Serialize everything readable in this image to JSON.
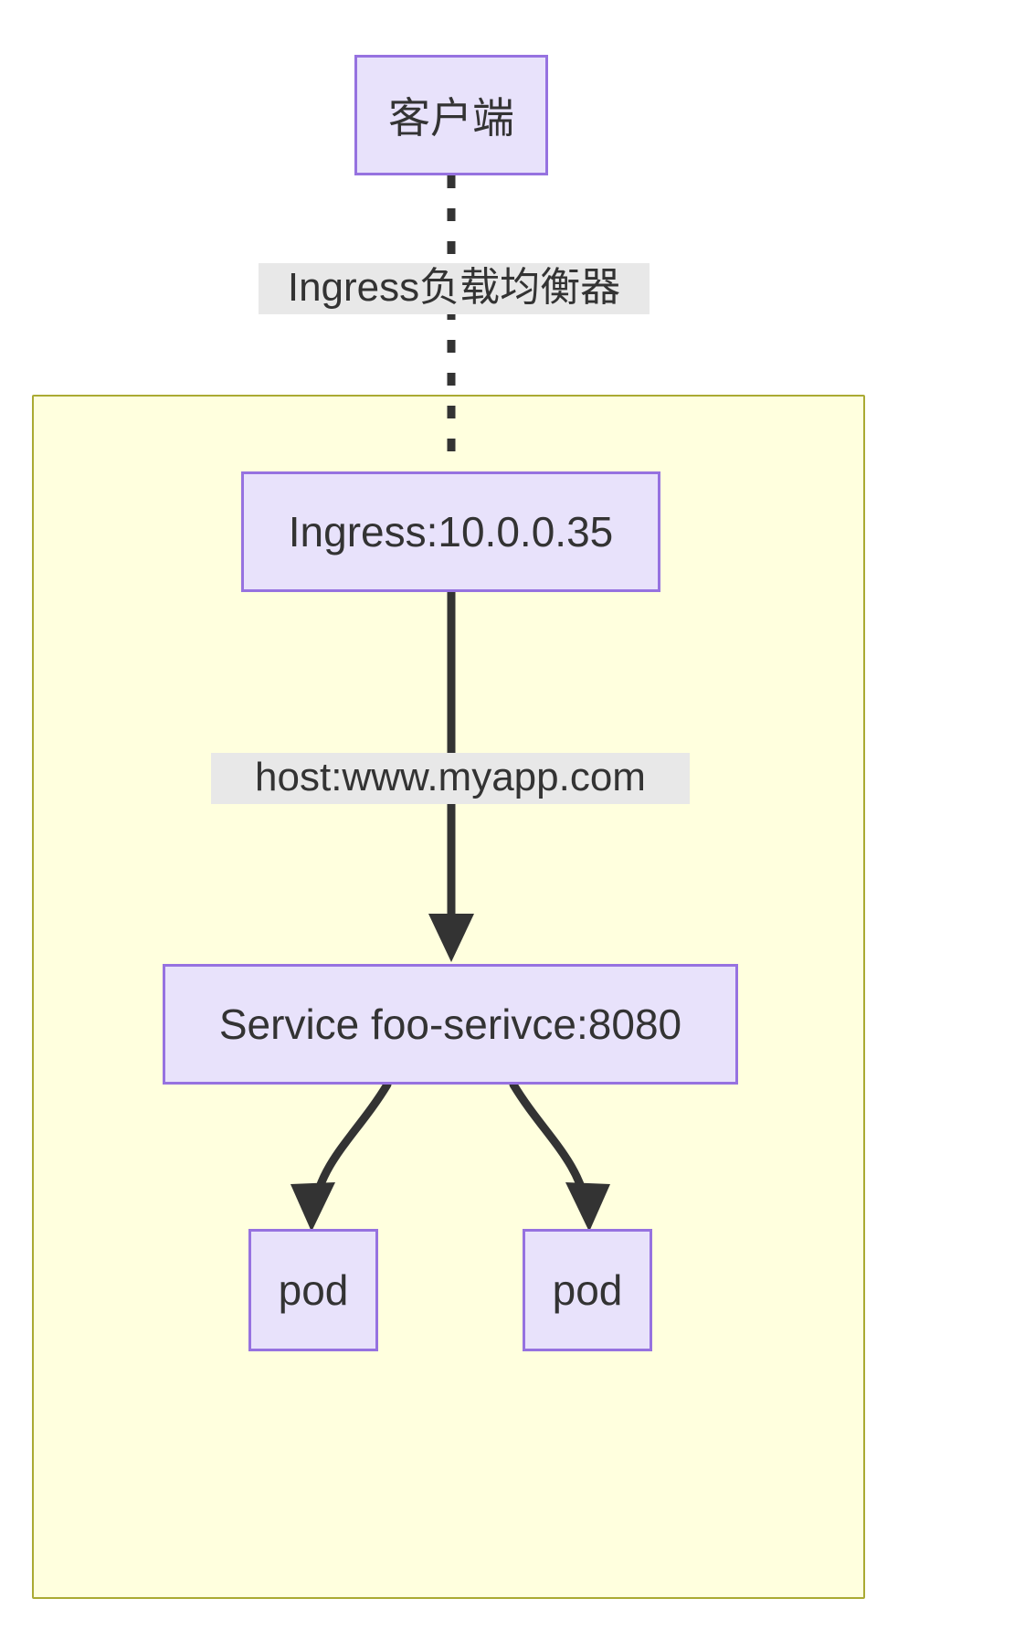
{
  "diagram": {
    "type": "flowchart",
    "direction": "top-down",
    "nodes": [
      {
        "id": "client",
        "label": "客户端",
        "shape": "rect",
        "fill": "#e8e2fb",
        "stroke": "#9672e0"
      },
      {
        "id": "ingress",
        "label": "Ingress:10.0.0.35",
        "shape": "rect",
        "fill": "#e8e2fb",
        "stroke": "#9672e0"
      },
      {
        "id": "service",
        "label": "Service foo-serivce:8080",
        "shape": "rect",
        "fill": "#e8e2fb",
        "stroke": "#9672e0"
      },
      {
        "id": "pod1",
        "label": "pod",
        "shape": "rect",
        "fill": "#e8e2fb",
        "stroke": "#9672e0"
      },
      {
        "id": "pod2",
        "label": "pod",
        "shape": "rect",
        "fill": "#e8e2fb",
        "stroke": "#9672e0"
      }
    ],
    "edges": [
      {
        "from": "client",
        "to": "ingress",
        "label": "Ingress负载均衡器",
        "style": "dotted",
        "arrow": "triangle"
      },
      {
        "from": "ingress",
        "to": "service",
        "label": "host:www.myapp.com",
        "style": "solid",
        "arrow": "triangle"
      },
      {
        "from": "service",
        "to": "pod1",
        "label": "",
        "style": "curved",
        "arrow": "triangle"
      },
      {
        "from": "service",
        "to": "pod2",
        "label": "",
        "style": "curved",
        "arrow": "triangle"
      }
    ],
    "cluster": {
      "label": "",
      "fill": "#ffffde",
      "stroke": "#aaaa33"
    },
    "colors": {
      "node_fill": "#e8e2fb",
      "node_stroke": "#9672e0",
      "edge": "#333333",
      "label_bg": "#e8e8e8",
      "cluster_fill": "#ffffde",
      "cluster_stroke": "#aaaa33",
      "canvas": "#ffffff"
    }
  }
}
